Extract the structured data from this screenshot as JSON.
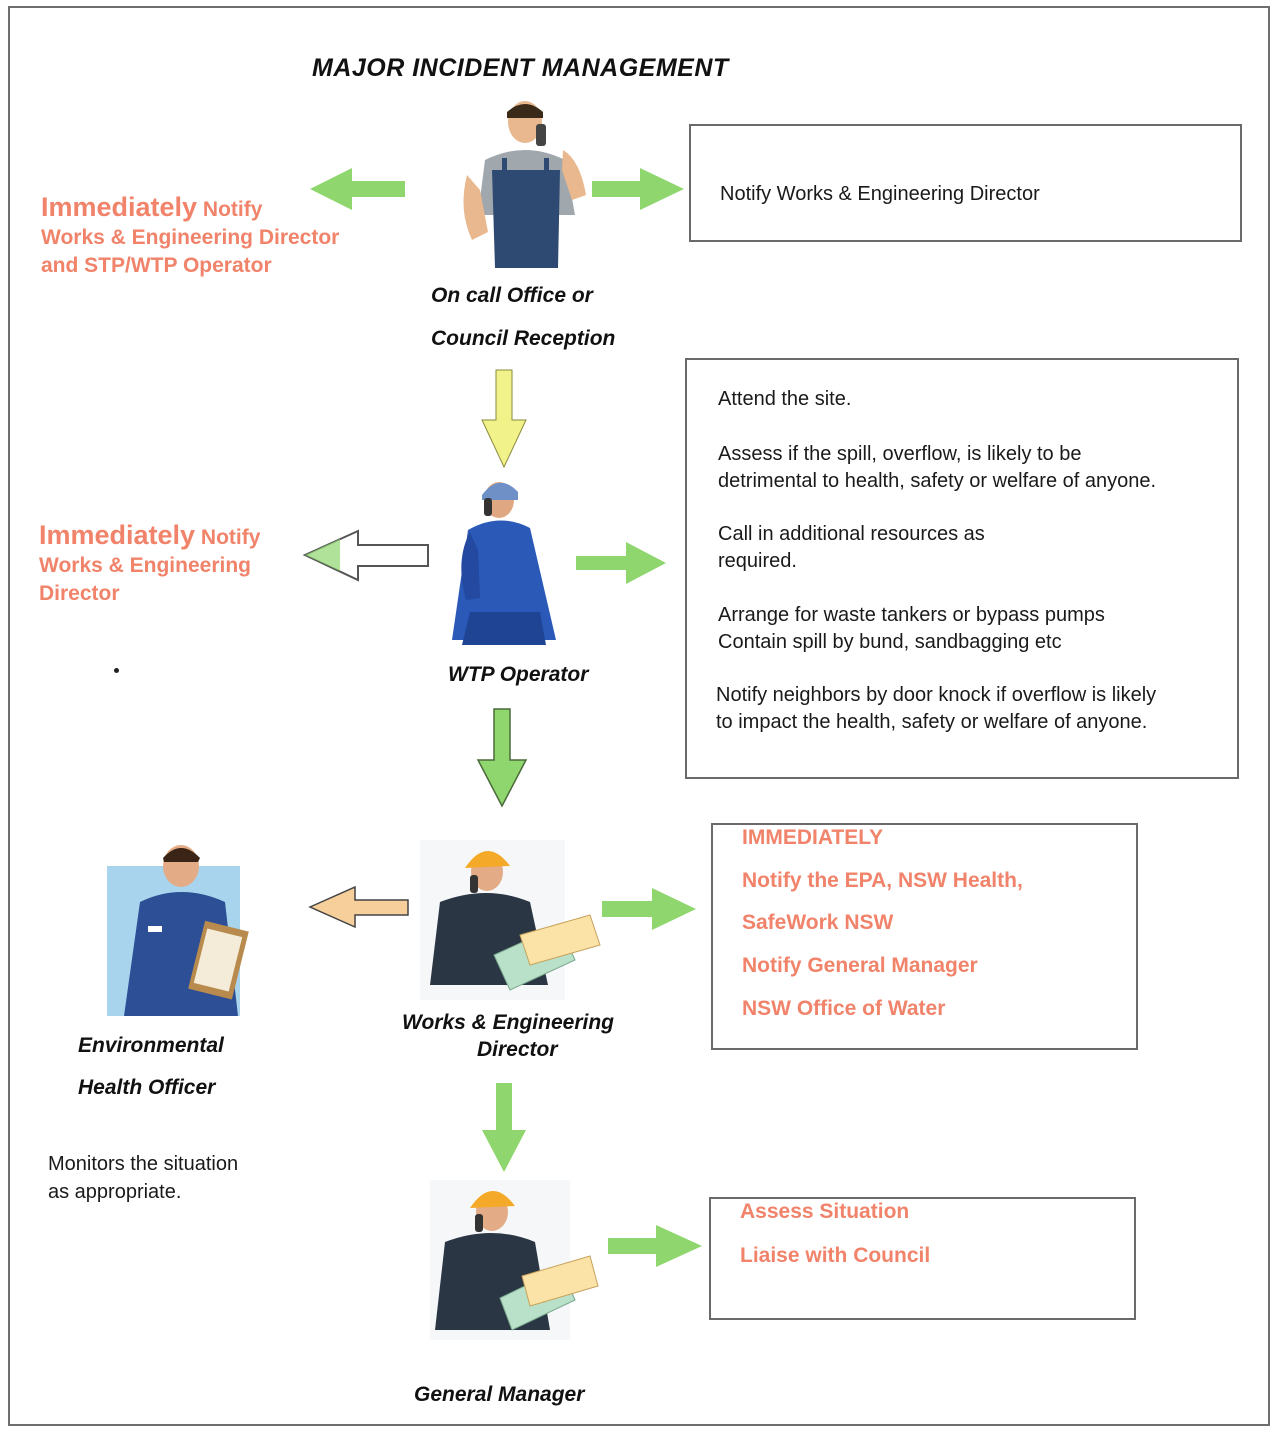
{
  "title": "MAJOR INCIDENT MANAGEMENT",
  "left_notes": {
    "first": {
      "big": "Immediately",
      "rest": "Notify",
      "line2": "Works & Engineering Director",
      "line3": "and STP/WTP Operator"
    },
    "second": {
      "big": "Immediately",
      "rest": "Notify",
      "line2": "Works & Engineering",
      "line3": "Director"
    }
  },
  "roles": {
    "reception_line1": "On call Office or",
    "reception_line2": "Council Reception",
    "wtp_operator": "WTP  Operator",
    "director_line1": "Works & Engineering",
    "director_line2": "Director",
    "ehs_line1": "Environmental",
    "ehs_line2": "Health Officer",
    "general_manager": "General Manager"
  },
  "monitors": {
    "line1": "Monitors the situation",
    "line2": "as appropriate."
  },
  "boxes": {
    "notify_director": "Notify Works & Engineering Director",
    "site_actions": {
      "attend": "Attend the site.",
      "assess1": "Assess if the spill, overflow, is likely to be",
      "assess2": "detrimental to health, safety or welfare of anyone.",
      "call1": "Call in additional resources as",
      "call2": "required.",
      "arrange1": "Arrange for waste tankers or bypass pumps",
      "arrange2": "Contain spill by bund, sandbagging etc",
      "neighbors1": "Notify neighbors by door knock if overflow is likely",
      "neighbors2": "to impact the health, safety or welfare of anyone."
    },
    "director_actions": [
      "IMMEDIATELY",
      "Notify the EPA, NSW Health,",
      "SafeWork NSW",
      "Notify General Manager",
      "NSW Office of Water"
    ],
    "gm_actions": [
      "Assess Situation",
      "Liaise with Council"
    ]
  },
  "colors": {
    "orange_text": "#f0836a",
    "green_arrow": "#8fd66f",
    "yellow_arrow": "#f2f28a",
    "peach_arrow": "#f7cf9a",
    "box_border": "#6a6a6a"
  },
  "icons": [
    "phone-operator-figure",
    "technician-figure",
    "hardhat-engineer-figure",
    "clipboard-officer-figure"
  ]
}
